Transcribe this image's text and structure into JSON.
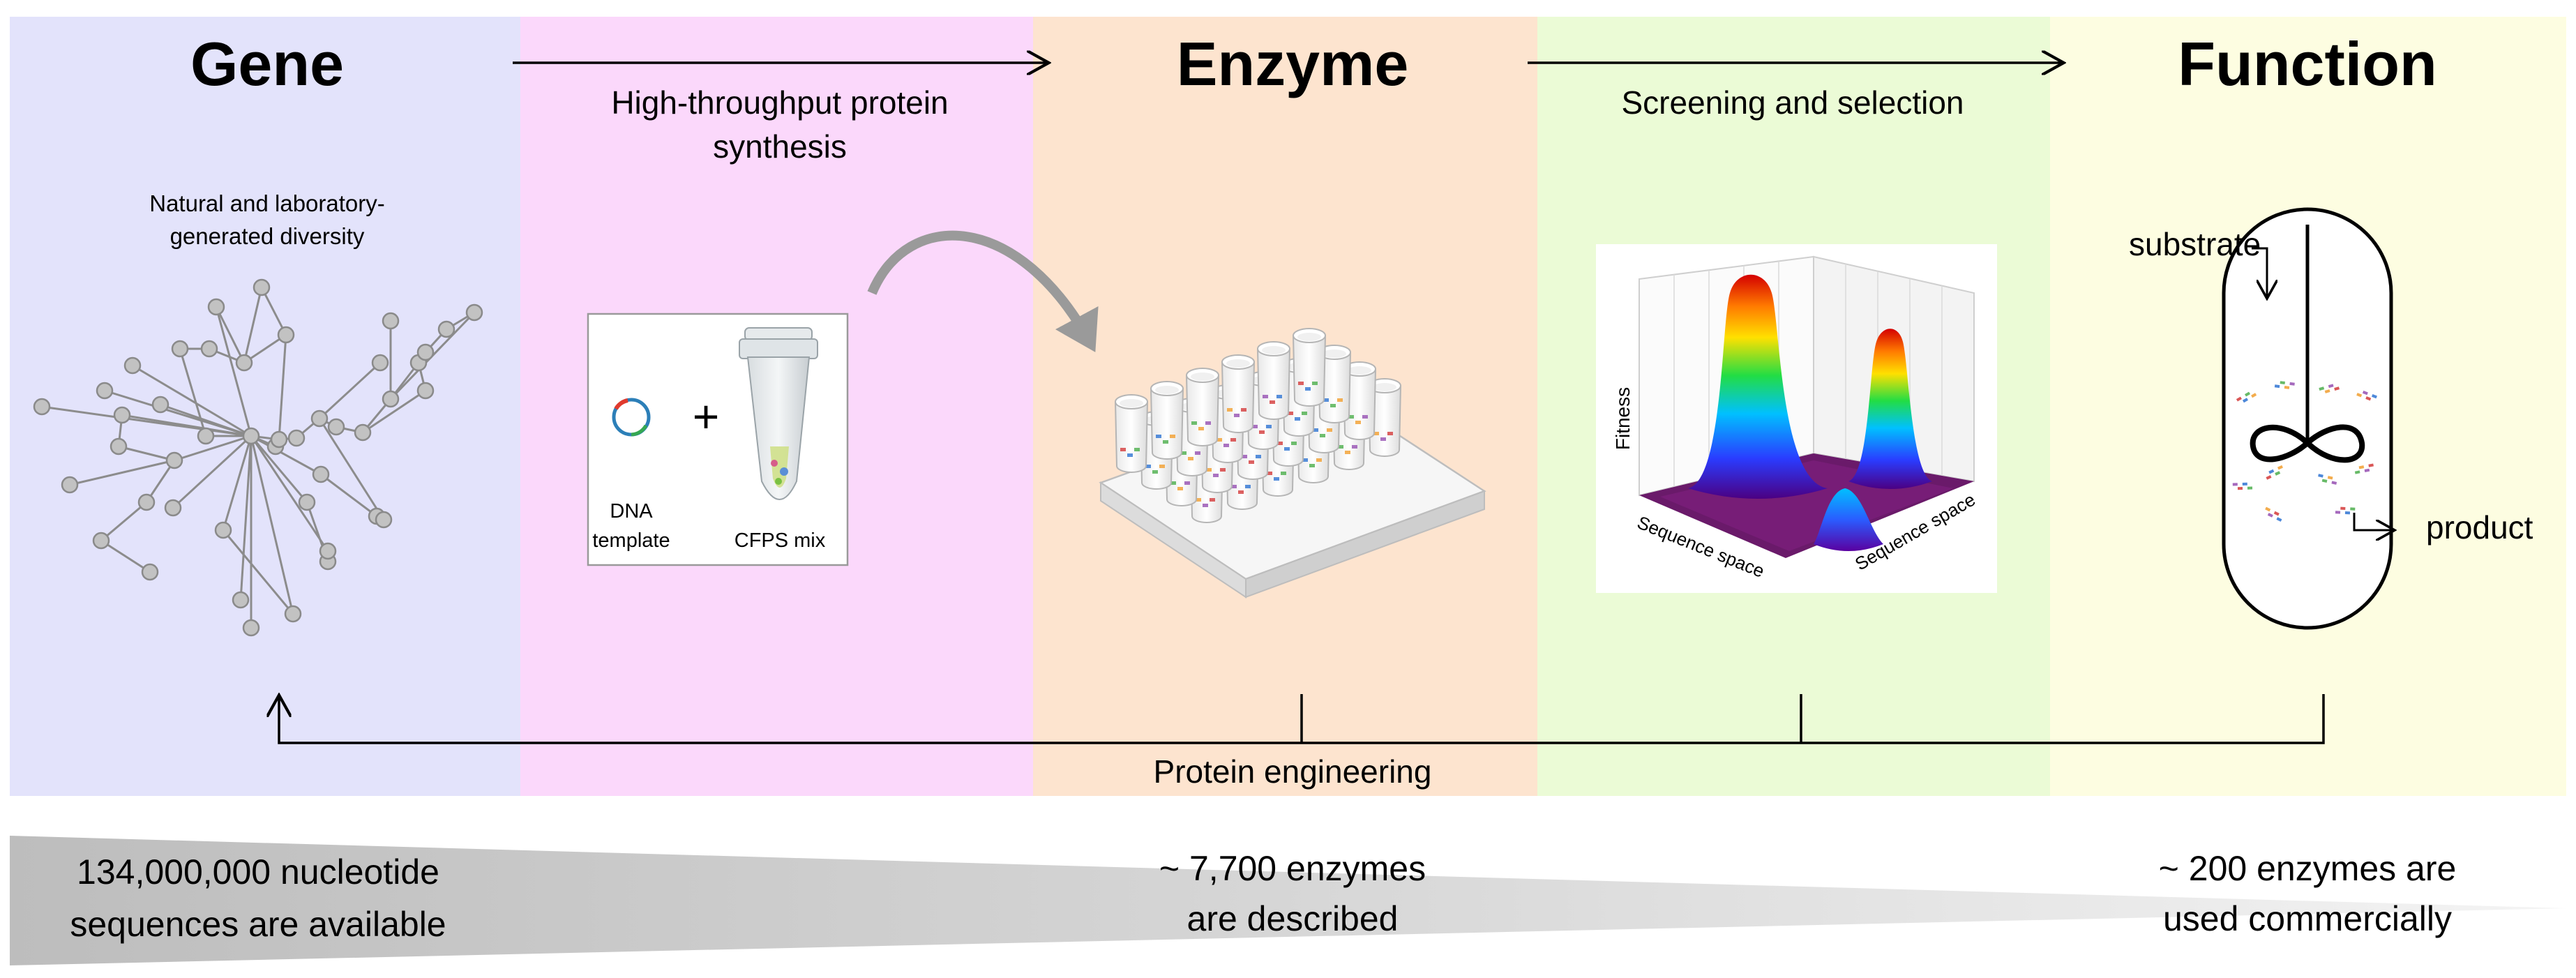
{
  "panels": [
    {
      "id": "gene",
      "color": "#e3e3fb"
    },
    {
      "id": "synthesis",
      "color": "#fbd8fb"
    },
    {
      "id": "enzyme",
      "color": "#fde4cf"
    },
    {
      "id": "screening",
      "color": "#ebfbd6"
    },
    {
      "id": "function",
      "color": "#fdfde1"
    }
  ],
  "headers": {
    "gene": "Gene",
    "enzyme": "Enzyme",
    "function": "Function"
  },
  "labels": {
    "synthesis_line1": "High-throughput protein",
    "synthesis_line2": "synthesis",
    "screening": "Screening and selection",
    "diversity_line1": "Natural and laboratory-",
    "diversity_line2": "generated diversity",
    "dna_line1": "DNA",
    "dna_line2": "template",
    "plus": "+",
    "cfps": "CFPS mix",
    "fitness": "Fitness",
    "sequence_space_left": "Sequence space",
    "sequence_space_right": "Sequence space",
    "substrate": "substrate",
    "product": "product",
    "protein_engineering": "Protein engineering"
  },
  "footer": {
    "left_line1": "134,000,000 nucleotide",
    "left_line2": "sequences are available",
    "mid_line1": "~ 7,700 enzymes",
    "mid_line2": "are described",
    "right_line1": "~ 200 enzymes are",
    "right_line2": "used commercially"
  },
  "icons": {
    "network": "network-graph-icon",
    "plasmid": "plasmid-icon",
    "tube": "microcentrifuge-tube-icon",
    "plate": "well-plate-icon",
    "landscape": "fitness-landscape-plot",
    "bioreactor": "bioreactor-icon"
  }
}
